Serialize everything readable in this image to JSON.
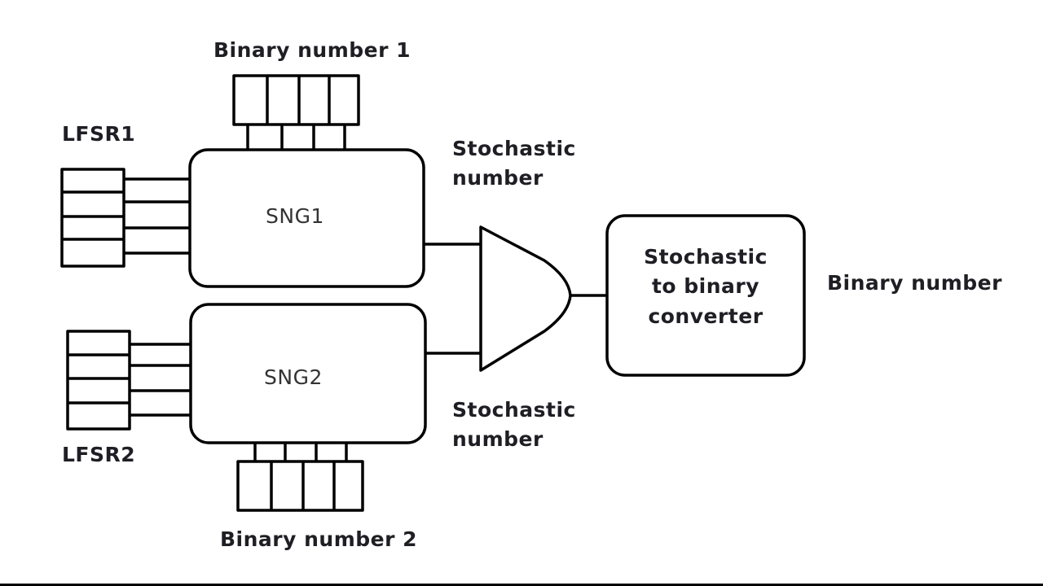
{
  "labels": {
    "binary_number_1": "Binary number 1",
    "binary_number_2": "Binary number 2",
    "lfsr1": "LFSR1",
    "lfsr2": "LFSR2",
    "sng1": "SNG1",
    "sng2": "SNG2",
    "stochastic_number_top": [
      "Stochastic",
      "number"
    ],
    "stochastic_number_bottom": [
      "Stochastic",
      "number"
    ],
    "converter": [
      "Stochastic",
      "to binary",
      "converter"
    ],
    "output": "Binary number"
  },
  "components": {
    "register_bits": 4,
    "lfsr_bits": 4,
    "gate_type": "AND gate"
  },
  "colors": {
    "stroke": "#000000",
    "text": "#1e1e24",
    "background": "#ffffff"
  }
}
